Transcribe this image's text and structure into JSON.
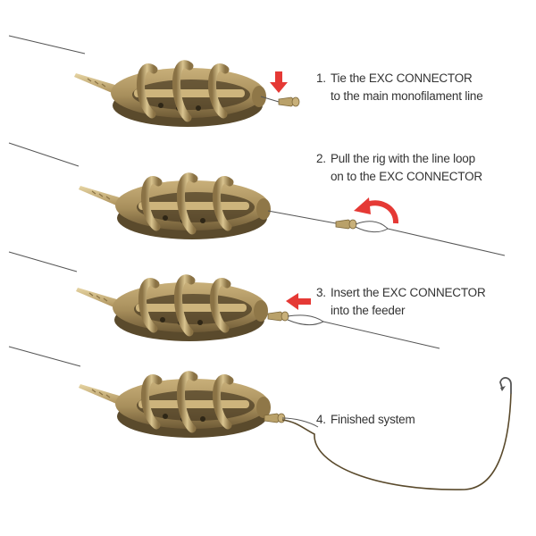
{
  "steps": [
    {
      "number": "1.",
      "line1": "Tie the EXC CONNECTOR",
      "line2": "to the main monofilament line"
    },
    {
      "number": "2.",
      "line1": "Pull the rig with the line loop",
      "line2": "on to the EXC CONNECTOR"
    },
    {
      "number": "3.",
      "line1": "Insert the EXC CONNECTOR",
      "line2": "into the feeder"
    },
    {
      "number": "4.",
      "line1": "Finished system",
      "line2": ""
    }
  ],
  "colors": {
    "feeder_body": "#a88f5c",
    "feeder_dark": "#6e5a36",
    "connector": "#b9a16a",
    "arrow_red": "#e53935",
    "line": "#555555"
  },
  "icons": {
    "step1_arrow": "red-down-arrow-icon",
    "step2_arrow": "red-curved-arrow-icon",
    "step3_arrow": "red-left-arrow-icon",
    "hook": "fish-hook-icon"
  }
}
